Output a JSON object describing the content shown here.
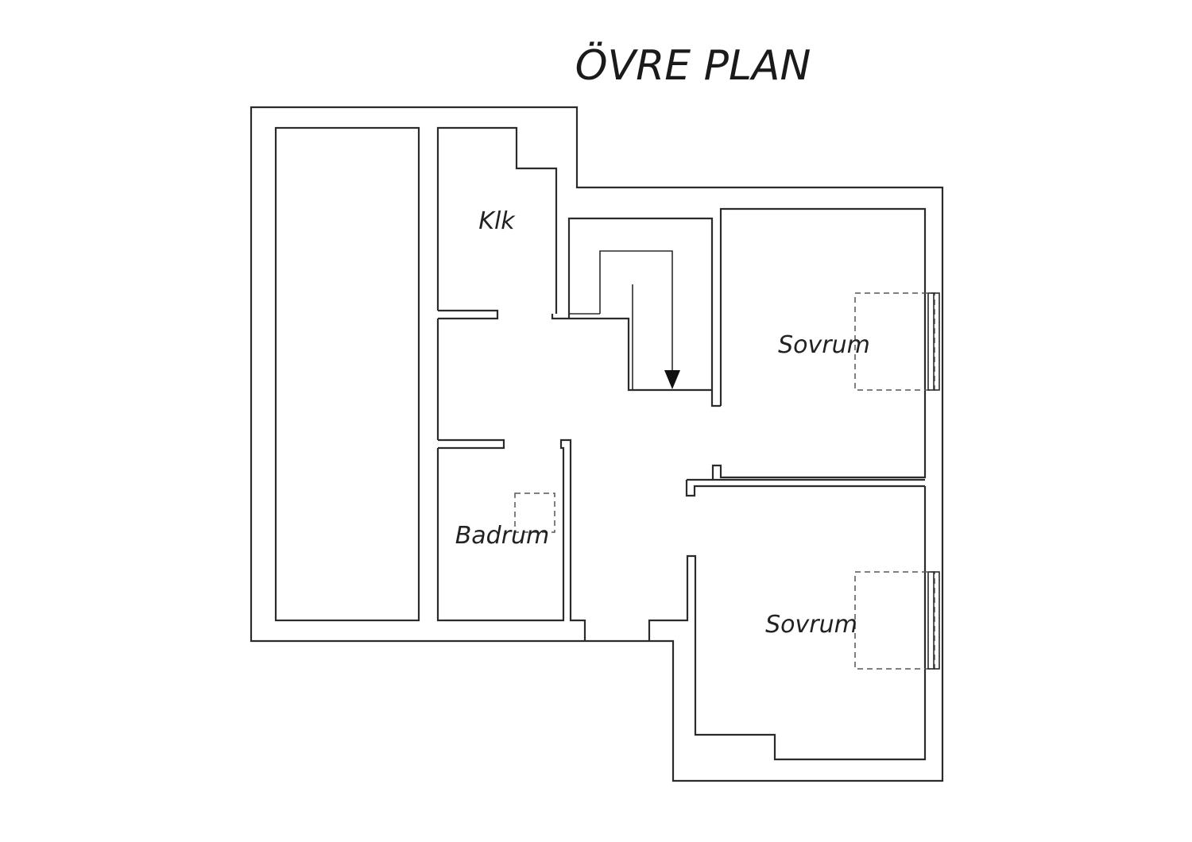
{
  "plan": {
    "title": "ÖVRE PLAN",
    "rooms": {
      "kitchen": "Klk",
      "bathroom": "Badrum",
      "bedroom_upper": "Sovrum",
      "bedroom_lower": "Sovrum"
    },
    "stair_arrow": "arrow-down-icon"
  }
}
